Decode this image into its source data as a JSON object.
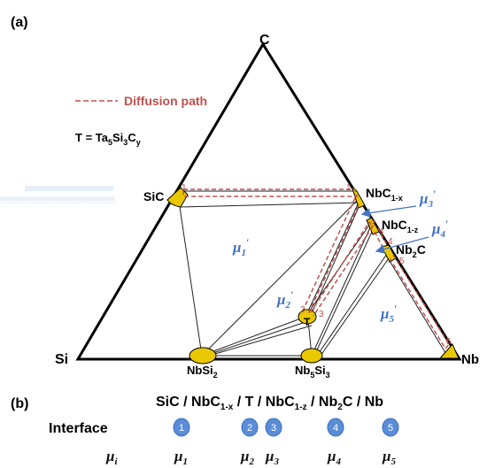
{
  "panel_a": {
    "label": "(a)",
    "vertices": {
      "top": "C",
      "left": "Si",
      "right": "Nb"
    },
    "legend": {
      "diffusion_path": "Diffusion path"
    },
    "definition": {
      "T": "T",
      "eq": " = Ta",
      "s1": "5",
      "si": "Si",
      "s2": "3",
      "c": "C",
      "s3": "y"
    },
    "phases": {
      "sic": "SiC",
      "nbc1x": {
        "base": "NbC",
        "sub": "1-x"
      },
      "nbc1z": {
        "base": "NbC",
        "sub": "1-z"
      },
      "nb2c": {
        "base": "Nb",
        "sub": "2",
        "tail": "C"
      },
      "nbsi2": {
        "base": "NbSi",
        "sub": "2"
      },
      "nb5si3": {
        "base": "Nb",
        "s1": "5",
        "mid": "Si",
        "s2": "3"
      },
      "t": "T"
    },
    "chem_potentials": [
      {
        "sym": "μ",
        "sub": "1",
        "prime": "′"
      },
      {
        "sym": "μ",
        "sub": "2",
        "prime": "′"
      },
      {
        "sym": "μ",
        "sub": "3",
        "prime": "′"
      },
      {
        "sym": "μ",
        "sub": "4",
        "prime": "′"
      },
      {
        "sym": "μ",
        "sub": "5",
        "prime": "′"
      }
    ],
    "path_numbers": [
      "1",
      "1",
      "2",
      "3",
      "3",
      "4",
      "4",
      "5",
      "5"
    ],
    "colors": {
      "path": "#c0504d",
      "phase": "#e8c800",
      "mu": "#4472c4"
    }
  },
  "panel_b": {
    "label": "(b)",
    "sequence": {
      "p1": "SiC / NbC",
      "s1": "1-x",
      "p2": " / T / NbC",
      "s2": "1-z",
      "p3": " / Nb",
      "s3": "2",
      "p4": "C / Nb"
    },
    "interface_label": "Interface",
    "interfaces": [
      "1",
      "2",
      "3",
      "4",
      "5"
    ],
    "mu_i": {
      "sym": "μ",
      "sub": "i"
    },
    "mu_values": [
      {
        "sym": "μ",
        "sub": "1"
      },
      {
        "sym": "μ",
        "sub": "2"
      },
      {
        "sym": "μ",
        "sub": "3"
      },
      {
        "sym": "μ",
        "sub": "4"
      },
      {
        "sym": "μ",
        "sub": "5"
      }
    ]
  }
}
